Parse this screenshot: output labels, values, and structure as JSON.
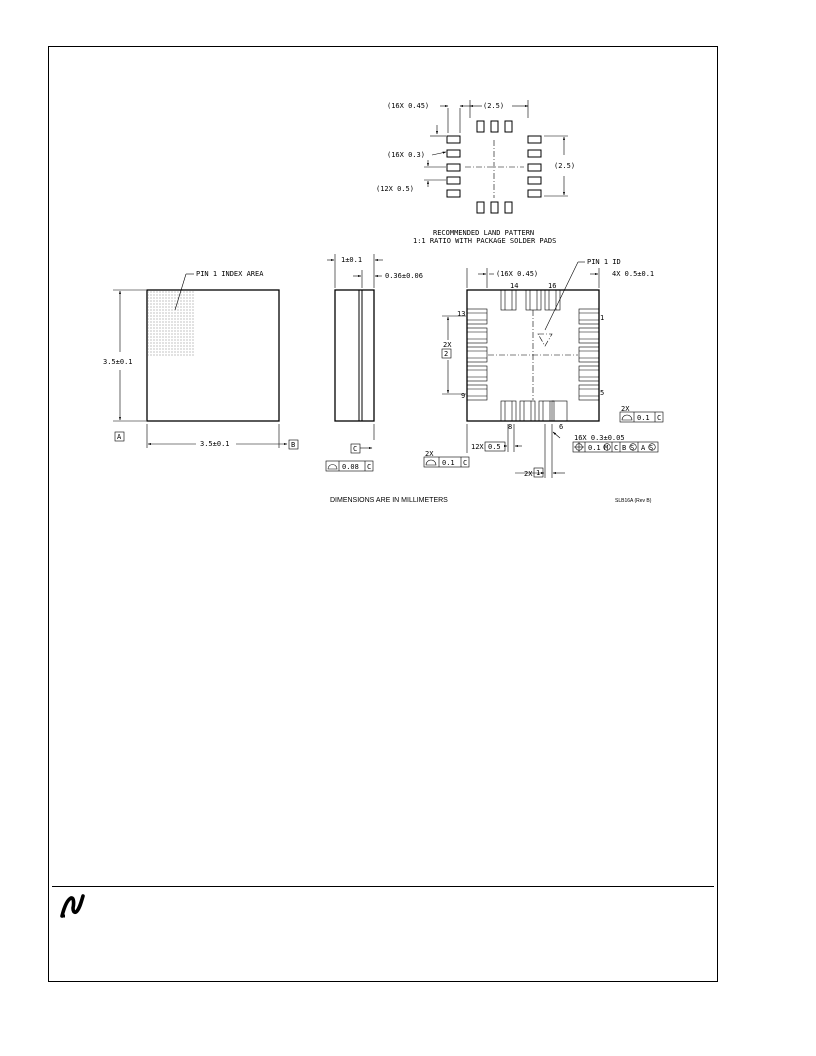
{
  "land_pattern": {
    "pad_width": "(16X 0.45)",
    "span_x": "(2.5)",
    "pad_length": "(16X 0.3)",
    "span_y": "(2.5)",
    "pitch": "(12X 0.5)",
    "title_line1": "RECOMMENDED LAND PATTERN",
    "title_line2": "1:1 RATIO WITH PACKAGE SOLDER PADS"
  },
  "top_view": {
    "pin1_label": "PIN 1 INDEX AREA",
    "height_dim": "3.5±0.1",
    "width_dim": "3.5±0.1",
    "datum_a": "A",
    "datum_b": "B"
  },
  "side_view": {
    "thickness_dim": "1±0.1",
    "standoff_dim": "0.36±0.06",
    "datum_c": "C",
    "flatness_value": "0.08",
    "flatness_datum": "C"
  },
  "bottom_view": {
    "pin1_id": "PIN 1 ID",
    "lead_width": "(16X 0.45)",
    "corner_dim": "4X 0.5±0.1",
    "pin_14": "14",
    "pin_16": "16",
    "pin_13": "13",
    "pin_1": "1",
    "pin_9": "9",
    "pin_5": "5",
    "pin_8": "8",
    "pin_6": "6",
    "side_count": "2X",
    "side_basic": "2",
    "prof_right_count": "2X",
    "prof_right_value": "0.1",
    "prof_right_datum": "C",
    "prof_left_count": "2X",
    "prof_left_value": "0.1",
    "prof_left_datum": "C",
    "pitch_count": "12X",
    "pitch_value": "0.5",
    "lead_dim": "16X 0.3±0.05",
    "pos_value": "0.1",
    "pos_m": "M",
    "pos_ref1": "C",
    "pos_ref2": "B",
    "pos_ref2_mod": "S",
    "pos_ref3": "A",
    "pos_ref3_mod": "S",
    "bottom_count": "2X",
    "bottom_basic": "1"
  },
  "notes": {
    "units": "DIMENSIONS ARE IN MILLIMETERS",
    "drawing_id": "SLB16A (Rev B)"
  },
  "footer": {
    "logo": "national-semiconductor-logo"
  }
}
